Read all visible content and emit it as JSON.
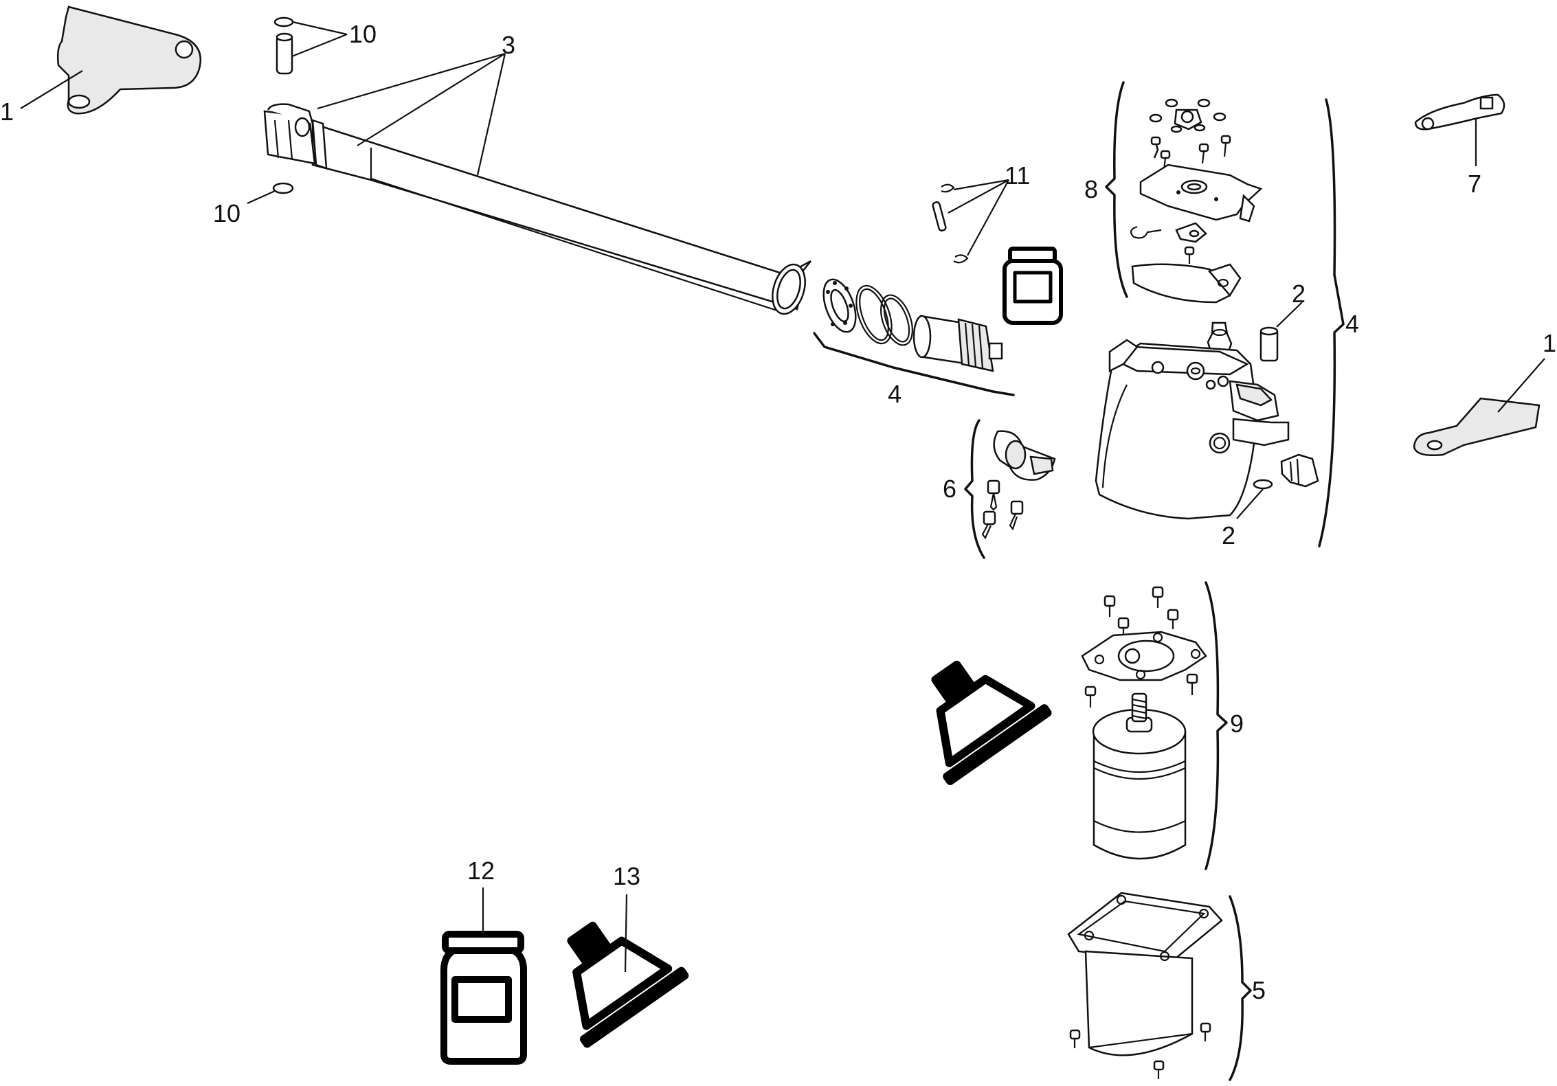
{
  "callouts": {
    "bracket_left": "1",
    "bracket_right": "1",
    "seal_upper": "2",
    "seal_lower": "2",
    "tube": "3",
    "gear_kit": "4",
    "housing_kit": "4",
    "gearbox": "5",
    "cover_clip": "6",
    "release_lever": "7",
    "electronics_kit": "8",
    "motor_kit": "9",
    "ring_top": "10",
    "ring_bottom": "10",
    "pin_kit": "11",
    "grease_jar": "12",
    "sealant_tube": "13"
  }
}
